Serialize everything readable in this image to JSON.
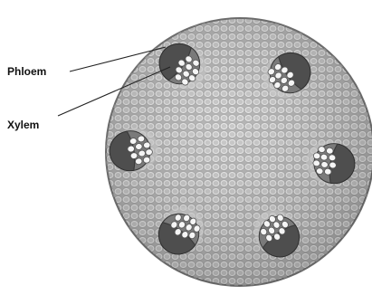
{
  "labels": {
    "phloem": "Phloem",
    "xylem": "Xylem"
  },
  "colors": {
    "tissue_fill": "#a9a9a9",
    "tissue_cell_wall": "#e8e8e8",
    "vascular_dark": "#4e4e4e",
    "xylem_fill": "#7a7a7a",
    "xylem_cell": "#f5f5f5",
    "background": "#ffffff",
    "text": "#111111"
  },
  "vascular_bundles": [
    {
      "name": "bundle-upper-left"
    },
    {
      "name": "bundle-upper-right"
    },
    {
      "name": "bundle-left"
    },
    {
      "name": "bundle-right"
    },
    {
      "name": "bundle-lower-left"
    },
    {
      "name": "bundle-lower-right"
    }
  ]
}
